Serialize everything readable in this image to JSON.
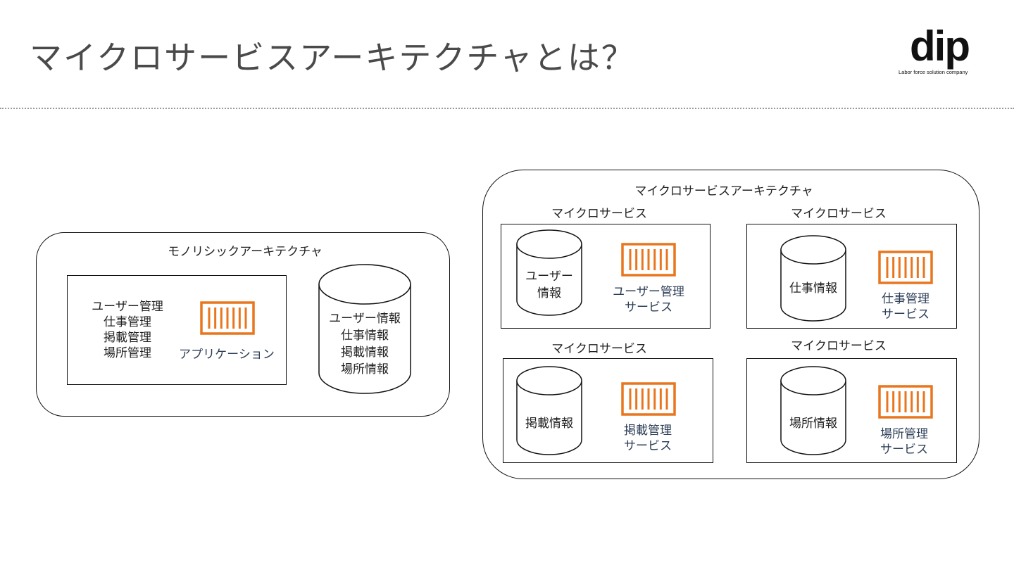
{
  "slide": {
    "title": "マイクロサービスアーキテクチャとは？",
    "logo": {
      "word": "dip",
      "tagline": "Labor force solution company"
    }
  },
  "colors": {
    "accent_orange": "#E8761E",
    "text_blue": "#2d3e57",
    "title_gray": "#4a4a4a"
  },
  "monolith": {
    "title": "モノリシックアーキテクチャ",
    "app_functions": [
      "ユーザー管理",
      "仕事管理",
      "掲載管理",
      "場所管理"
    ],
    "app_label": "アプリケーション",
    "app_icon": "container-icon",
    "database_lines": [
      "ユーザー情報",
      "仕事情報",
      "掲載情報",
      "場所情報"
    ],
    "database_icon": "database-cylinder-icon"
  },
  "microservices": {
    "title": "マイクロサービスアーキテクチャ",
    "services": [
      {
        "heading": "マイクロサービス",
        "database_lines": [
          "ユーザー",
          "情報"
        ],
        "service_lines": [
          "ユーザー管理",
          "サービス"
        ]
      },
      {
        "heading": "マイクロサービス",
        "database_lines": [
          "仕事情報"
        ],
        "service_lines": [
          "仕事管理",
          "サービス"
        ]
      },
      {
        "heading": "マイクロサービス",
        "database_lines": [
          "掲載情報"
        ],
        "service_lines": [
          "掲載管理",
          "サービス"
        ]
      },
      {
        "heading": "マイクロサービス",
        "database_lines": [
          "場所情報"
        ],
        "service_lines": [
          "場所管理",
          "サービス"
        ]
      }
    ]
  }
}
